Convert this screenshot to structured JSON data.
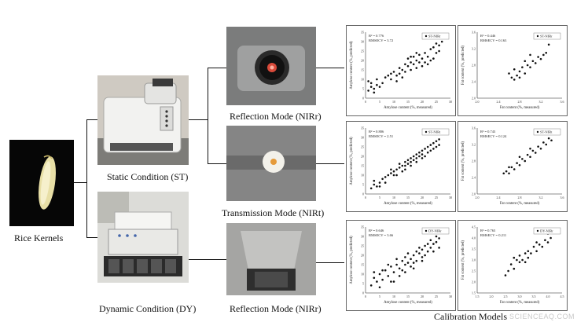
{
  "labels": {
    "rice_kernels": "Rice Kernels",
    "static_condition": "Static Condition (ST)",
    "dynamic_condition": "Dynamic Condition (DY)",
    "reflection_top": "Reflection Mode (NIRr)",
    "transmission": "Transmission Mode (NIRt)",
    "reflection_bottom": "Reflection Mode (NIRr)",
    "calibration_models": "Calibration Models"
  },
  "watermark": "SCIENCEAQ.COM",
  "colors": {
    "line": "#111111",
    "point": "#111111",
    "axis": "#666666"
  },
  "chart_data": [
    {
      "type": "scatter",
      "panel": "amylose-st-nirr",
      "stats": [
        "R² = 0.776",
        "RMSECV = 3.72"
      ],
      "legend": "ST-NIRr",
      "xlabel": "Amylose content (%, measured)",
      "ylabel": "Amylose content (%, predicted)",
      "xlim": [
        0,
        30
      ],
      "ylim": [
        0,
        35
      ],
      "xticks": [
        "0",
        "5",
        "10",
        "15",
        "20",
        "25",
        "30"
      ],
      "yticks": [
        "0",
        "5",
        "10",
        "15",
        "20",
        "25",
        "30",
        "35"
      ],
      "points": [
        [
          1,
          4
        ],
        [
          2,
          6
        ],
        [
          3,
          5
        ],
        [
          2,
          8
        ],
        [
          4,
          7
        ],
        [
          3,
          3
        ],
        [
          5,
          6
        ],
        [
          1,
          9
        ],
        [
          4,
          10
        ],
        [
          6,
          8
        ],
        [
          8,
          12
        ],
        [
          9,
          10
        ],
        [
          10,
          14
        ],
        [
          11,
          12
        ],
        [
          12,
          16
        ],
        [
          13,
          15
        ],
        [
          14,
          18
        ],
        [
          14,
          14
        ],
        [
          15,
          17
        ],
        [
          15,
          21
        ],
        [
          16,
          19
        ],
        [
          16,
          15
        ],
        [
          17,
          18
        ],
        [
          17,
          22
        ],
        [
          18,
          20
        ],
        [
          18,
          16
        ],
        [
          19,
          23
        ],
        [
          19,
          19
        ],
        [
          20,
          21
        ],
        [
          20,
          17
        ],
        [
          21,
          24
        ],
        [
          22,
          22
        ],
        [
          22,
          18
        ],
        [
          23,
          26
        ],
        [
          23,
          20
        ],
        [
          24,
          27
        ],
        [
          25,
          24
        ],
        [
          25,
          29
        ],
        [
          26,
          28
        ],
        [
          26,
          25
        ],
        [
          27,
          30
        ],
        [
          24,
          21
        ],
        [
          21,
          19
        ],
        [
          13,
          11
        ],
        [
          11,
          9
        ],
        [
          7,
          11
        ],
        [
          9,
          13
        ],
        [
          12,
          13
        ],
        [
          16,
          22
        ],
        [
          18,
          24
        ]
      ]
    },
    {
      "type": "scatter",
      "panel": "fat-st-nirr",
      "stats": [
        "R² = 0.446",
        "RMSECV = 0.163"
      ],
      "legend": "ST-NIRr",
      "xlabel": "Fat content (%, measured)",
      "ylabel": "Fat content (%, predicted)",
      "xlim": [
        2.0,
        3.6
      ],
      "ylim": [
        2.0,
        3.6
      ],
      "xticks": [
        "2.0",
        "2.4",
        "2.8",
        "3.2",
        "3.6"
      ],
      "yticks": [
        "2.0",
        "2.4",
        "2.8",
        "3.2",
        "3.6"
      ],
      "points": [
        [
          2.6,
          2.6
        ],
        [
          2.65,
          2.5
        ],
        [
          2.7,
          2.7
        ],
        [
          2.75,
          2.55
        ],
        [
          2.8,
          2.65
        ],
        [
          2.85,
          2.75
        ],
        [
          2.9,
          2.6
        ],
        [
          2.95,
          2.8
        ],
        [
          3.0,
          2.75
        ],
        [
          3.05,
          2.9
        ],
        [
          3.1,
          2.85
        ],
        [
          3.15,
          3.0
        ],
        [
          3.2,
          2.95
        ],
        [
          3.25,
          3.05
        ],
        [
          3.3,
          3.1
        ],
        [
          2.7,
          2.45
        ],
        [
          2.9,
          2.9
        ],
        [
          3.0,
          3.05
        ],
        [
          3.35,
          3.3
        ],
        [
          2.8,
          2.5
        ]
      ]
    },
    {
      "type": "scatter",
      "panel": "amylose-st-nirt",
      "stats": [
        "R² = 0.806",
        "RMSECV = 2.51"
      ],
      "legend": "ST-NIRt",
      "xlabel": "Amylose content (%, measured)",
      "ylabel": "Amylose content (%, predicted)",
      "xlim": [
        0,
        30
      ],
      "ylim": [
        0,
        35
      ],
      "xticks": [
        "0",
        "5",
        "10",
        "15",
        "20",
        "25",
        "30"
      ],
      "yticks": [
        "0",
        "5",
        "10",
        "15",
        "20",
        "25",
        "30",
        "35"
      ],
      "points": [
        [
          2,
          3
        ],
        [
          3,
          5
        ],
        [
          4,
          4
        ],
        [
          3,
          7
        ],
        [
          5,
          6
        ],
        [
          6,
          8
        ],
        [
          7,
          9
        ],
        [
          8,
          10
        ],
        [
          9,
          11
        ],
        [
          10,
          12
        ],
        [
          11,
          13
        ],
        [
          12,
          14
        ],
        [
          12,
          16
        ],
        [
          13,
          15
        ],
        [
          14,
          17
        ],
        [
          14,
          13
        ],
        [
          15,
          18
        ],
        [
          15,
          16
        ],
        [
          16,
          19
        ],
        [
          16,
          17
        ],
        [
          17,
          20
        ],
        [
          17,
          18
        ],
        [
          18,
          21
        ],
        [
          18,
          19
        ],
        [
          19,
          22
        ],
        [
          19,
          20
        ],
        [
          20,
          23
        ],
        [
          20,
          21
        ],
        [
          21,
          24
        ],
        [
          22,
          25
        ],
        [
          22,
          22
        ],
        [
          23,
          26
        ],
        [
          23,
          23
        ],
        [
          24,
          27
        ],
        [
          25,
          28
        ],
        [
          25,
          25
        ],
        [
          26,
          29
        ],
        [
          26,
          26
        ],
        [
          5,
          4
        ],
        [
          7,
          6
        ],
        [
          10,
          10
        ],
        [
          13,
          12
        ],
        [
          16,
          15
        ],
        [
          18,
          17
        ],
        [
          21,
          20
        ],
        [
          24,
          24
        ],
        [
          9,
          13
        ],
        [
          11,
          10
        ],
        [
          14,
          15
        ],
        [
          20,
          19
        ]
      ]
    },
    {
      "type": "scatter",
      "panel": "fat-st-nirt",
      "stats": [
        "R² = 0.743",
        "RMSECV = 0.124"
      ],
      "legend": "ST-NIRt",
      "xlabel": "Fat content (%, measured)",
      "ylabel": "Fat content (%, predicted)",
      "xlim": [
        2.0,
        3.6
      ],
      "ylim": [
        2.0,
        3.6
      ],
      "xticks": [
        "2.0",
        "2.4",
        "2.8",
        "3.2",
        "3.6"
      ],
      "yticks": [
        "2.0",
        "2.4",
        "2.8",
        "3.2",
        "3.6"
      ],
      "points": [
        [
          2.5,
          2.5
        ],
        [
          2.55,
          2.55
        ],
        [
          2.6,
          2.5
        ],
        [
          2.65,
          2.65
        ],
        [
          2.7,
          2.6
        ],
        [
          2.75,
          2.75
        ],
        [
          2.8,
          2.7
        ],
        [
          2.85,
          2.85
        ],
        [
          2.9,
          2.8
        ],
        [
          2.95,
          2.95
        ],
        [
          3.0,
          2.9
        ],
        [
          3.05,
          3.05
        ],
        [
          3.1,
          3.0
        ],
        [
          3.15,
          3.15
        ],
        [
          3.2,
          3.1
        ],
        [
          3.25,
          3.25
        ],
        [
          3.3,
          3.2
        ],
        [
          3.35,
          3.35
        ],
        [
          3.4,
          3.3
        ],
        [
          2.6,
          2.65
        ],
        [
          2.8,
          2.9
        ],
        [
          3.0,
          3.1
        ],
        [
          3.45,
          3.5
        ]
      ]
    },
    {
      "type": "scatter",
      "panel": "amylose-dy-nirr",
      "stats": [
        "R² = 0.646",
        "RMSECV = 3.66"
      ],
      "legend": "DY-NIRr",
      "xlabel": "Amylose content (%, measured)",
      "ylabel": "Amylose content (%, predicted)",
      "xlim": [
        0,
        30
      ],
      "ylim": [
        0,
        35
      ],
      "xticks": [
        "0",
        "5",
        "10",
        "15",
        "20",
        "25",
        "30"
      ],
      "yticks": [
        "0",
        "5",
        "10",
        "15",
        "20",
        "25",
        "30",
        "35"
      ],
      "points": [
        [
          2,
          4
        ],
        [
          3,
          8
        ],
        [
          4,
          6
        ],
        [
          5,
          10
        ],
        [
          5,
          3
        ],
        [
          6,
          7
        ],
        [
          7,
          12
        ],
        [
          8,
          9
        ],
        [
          9,
          14
        ],
        [
          10,
          11
        ],
        [
          10,
          6
        ],
        [
          11,
          15
        ],
        [
          12,
          13
        ],
        [
          12,
          9
        ],
        [
          13,
          17
        ],
        [
          13,
          12
        ],
        [
          14,
          19
        ],
        [
          14,
          15
        ],
        [
          15,
          16
        ],
        [
          15,
          21
        ],
        [
          16,
          18
        ],
        [
          16,
          14
        ],
        [
          17,
          20
        ],
        [
          17,
          16
        ],
        [
          18,
          22
        ],
        [
          18,
          17
        ],
        [
          19,
          21
        ],
        [
          19,
          24
        ],
        [
          20,
          19
        ],
        [
          20,
          23
        ],
        [
          21,
          25
        ],
        [
          21,
          20
        ],
        [
          22,
          22
        ],
        [
          22,
          26
        ],
        [
          23,
          24
        ],
        [
          23,
          28
        ],
        [
          24,
          26
        ],
        [
          24,
          22
        ],
        [
          25,
          27
        ],
        [
          25,
          30
        ],
        [
          26,
          29
        ],
        [
          26,
          24
        ],
        [
          8,
          15
        ],
        [
          11,
          18
        ],
        [
          14,
          11
        ],
        [
          17,
          13
        ],
        [
          20,
          17
        ],
        [
          6,
          12
        ],
        [
          3,
          11
        ],
        [
          9,
          6
        ]
      ]
    },
    {
      "type": "scatter",
      "panel": "fat-dy-nirr",
      "stats": [
        "R² = 0.763",
        "RMSECV = 0.211"
      ],
      "legend": "DY-NIRr",
      "xlabel": "Fat content (%, measured)",
      "ylabel": "Fat content (%, predicted)",
      "xlim": [
        1.5,
        4.5
      ],
      "ylim": [
        1.5,
        4.5
      ],
      "xticks": [
        "1.5",
        "2.0",
        "2.5",
        "3.0",
        "3.5",
        "4.0",
        "4.5"
      ],
      "yticks": [
        "1.5",
        "2.0",
        "2.5",
        "3.0",
        "3.5",
        "4.0",
        "4.5"
      ],
      "points": [
        [
          2.6,
          2.5
        ],
        [
          2.7,
          2.8
        ],
        [
          2.8,
          2.6
        ],
        [
          2.9,
          3.0
        ],
        [
          3.0,
          2.9
        ],
        [
          3.0,
          3.2
        ],
        [
          3.1,
          3.0
        ],
        [
          3.2,
          3.3
        ],
        [
          3.3,
          3.1
        ],
        [
          3.3,
          3.4
        ],
        [
          3.4,
          3.3
        ],
        [
          3.5,
          3.6
        ],
        [
          3.6,
          3.4
        ],
        [
          3.7,
          3.7
        ],
        [
          3.8,
          3.6
        ],
        [
          3.9,
          3.9
        ],
        [
          4.0,
          3.8
        ],
        [
          4.1,
          4.0
        ],
        [
          2.5,
          2.3
        ],
        [
          2.8,
          3.1
        ],
        [
          3.2,
          2.9
        ],
        [
          3.6,
          3.8
        ],
        [
          4.0,
          4.2
        ]
      ]
    }
  ]
}
